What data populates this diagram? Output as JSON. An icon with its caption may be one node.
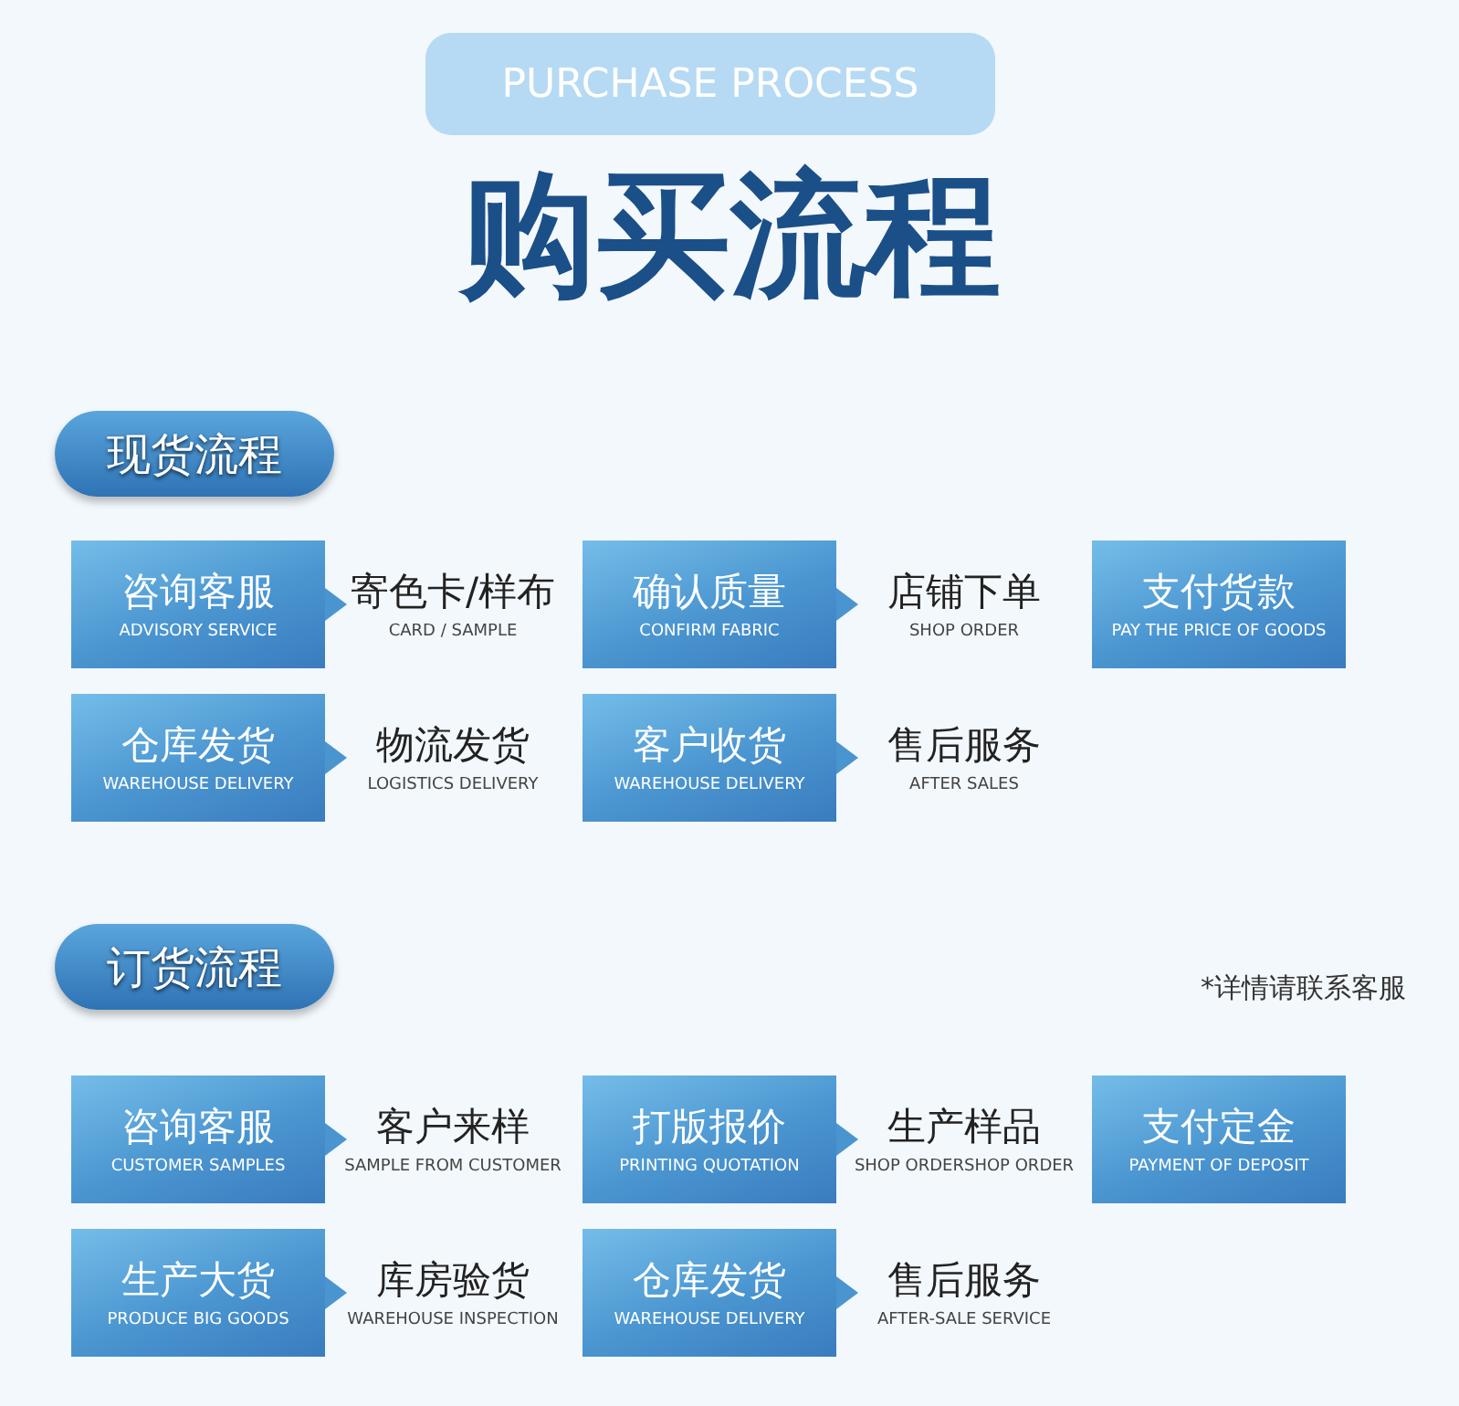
{
  "diagram": {
    "title": "购买流程",
    "nodes": [
      {
        "text": [
          "PURCHASE PROCESS"
        ]
      },
      {
        "text": [
          "现货流程"
        ]
      },
      {
        "text": [
          "咨询客服",
          "ADVISORY SERVICE"
        ]
      },
      {
        "text": [
          "寄色卡/样布",
          "CARD / SAMPLE"
        ]
      },
      {
        "text": [
          "确认质量",
          "CONFIRM FABRIC"
        ]
      },
      {
        "text": [
          "店铺下单",
          "SHOP ORDER"
        ]
      },
      {
        "text": [
          "支付货款",
          "PAY THE PRICE OF GOODS"
        ]
      },
      {
        "text": [
          "仓库发货",
          "WAREHOUSE DELIVERY"
        ]
      },
      {
        "text": [
          "物流发货",
          "LOGISTICS DELIVERY"
        ]
      },
      {
        "text": [
          "客户收货",
          "WAREHOUSE DELIVERY"
        ]
      },
      {
        "text": [
          "售后服务",
          "AFTER SALES"
        ]
      },
      {
        "text": [
          "订货流程"
        ]
      },
      {
        "text": [
          "咨询客服",
          "CUSTOMER SAMPLES"
        ]
      },
      {
        "text": [
          "客户来样",
          "SAMPLE FROM CUSTOMER"
        ]
      },
      {
        "text": [
          "打版报价",
          "PRINTING QUOTATION"
        ]
      },
      {
        "text": [
          "生产样品",
          "SHOP ORDERSHOP ORDER"
        ]
      },
      {
        "text": [
          "支付定金",
          "PAYMENT OF DEPOSIT"
        ]
      },
      {
        "text": [
          "生产大货",
          "PRODUCE BIG GOODS"
        ]
      },
      {
        "text": [
          "库房验货",
          "WAREHOUSE INSPECTION"
        ]
      },
      {
        "text": [
          "仓库发货",
          "WAREHOUSE DELIVERY"
        ]
      },
      {
        "text": [
          "售后服务",
          "AFTER-SALE SERVICE"
        ]
      }
    ],
    "edges": [
      {
        "from": 2,
        "to": 3,
        "arrow": "to"
      },
      {
        "from": 4,
        "to": 5,
        "arrow": "to"
      },
      {
        "from": 7,
        "to": 8,
        "arrow": "to"
      },
      {
        "from": 9,
        "to": 10,
        "arrow": "to"
      },
      {
        "from": 12,
        "to": 13,
        "arrow": "to"
      },
      {
        "from": 14,
        "to": 15,
        "arrow": "to"
      },
      {
        "from": 17,
        "to": 18,
        "arrow": "to"
      },
      {
        "from": 19,
        "to": 20,
        "arrow": "to"
      }
    ],
    "labels": [
      "*详情请联系客服"
    ]
  }
}
